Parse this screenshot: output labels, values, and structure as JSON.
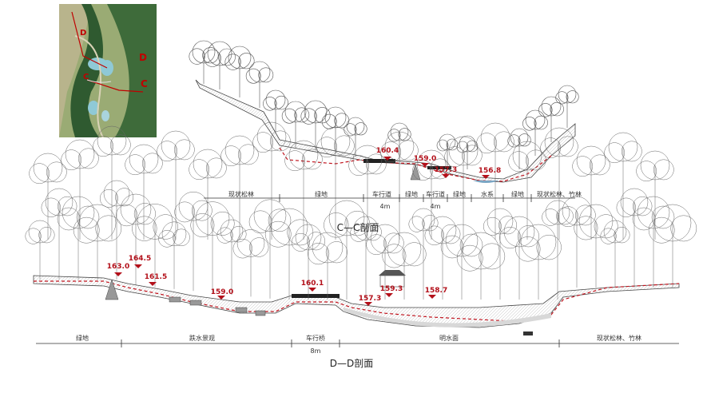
{
  "key_map": {
    "cut_c": "C",
    "cut_d": "D"
  },
  "section_cc": {
    "title": "C—C剖面",
    "elevations": [
      "160.4",
      "159.0",
      "157.3",
      "156.8"
    ],
    "zones": [
      "现状松林",
      "绿地",
      "车行道",
      "绿地",
      "车行道",
      "绿地",
      "水系",
      "绿地",
      "现状松林、竹林"
    ],
    "dims": [
      "4m",
      "4m"
    ]
  },
  "section_dd": {
    "title": "D—D剖面",
    "elevations": [
      "163.0",
      "164.5",
      "161.5",
      "159.0",
      "160.1",
      "159.3",
      "157.3",
      "158.7"
    ],
    "zones": [
      "绿地",
      "跌水景观",
      "车行桥",
      "明水面",
      "现状松林、竹林"
    ],
    "dims": [
      "8m"
    ]
  },
  "colors": {
    "accent": "#b3101a",
    "dash": "#c0141e",
    "line": "#333333"
  }
}
